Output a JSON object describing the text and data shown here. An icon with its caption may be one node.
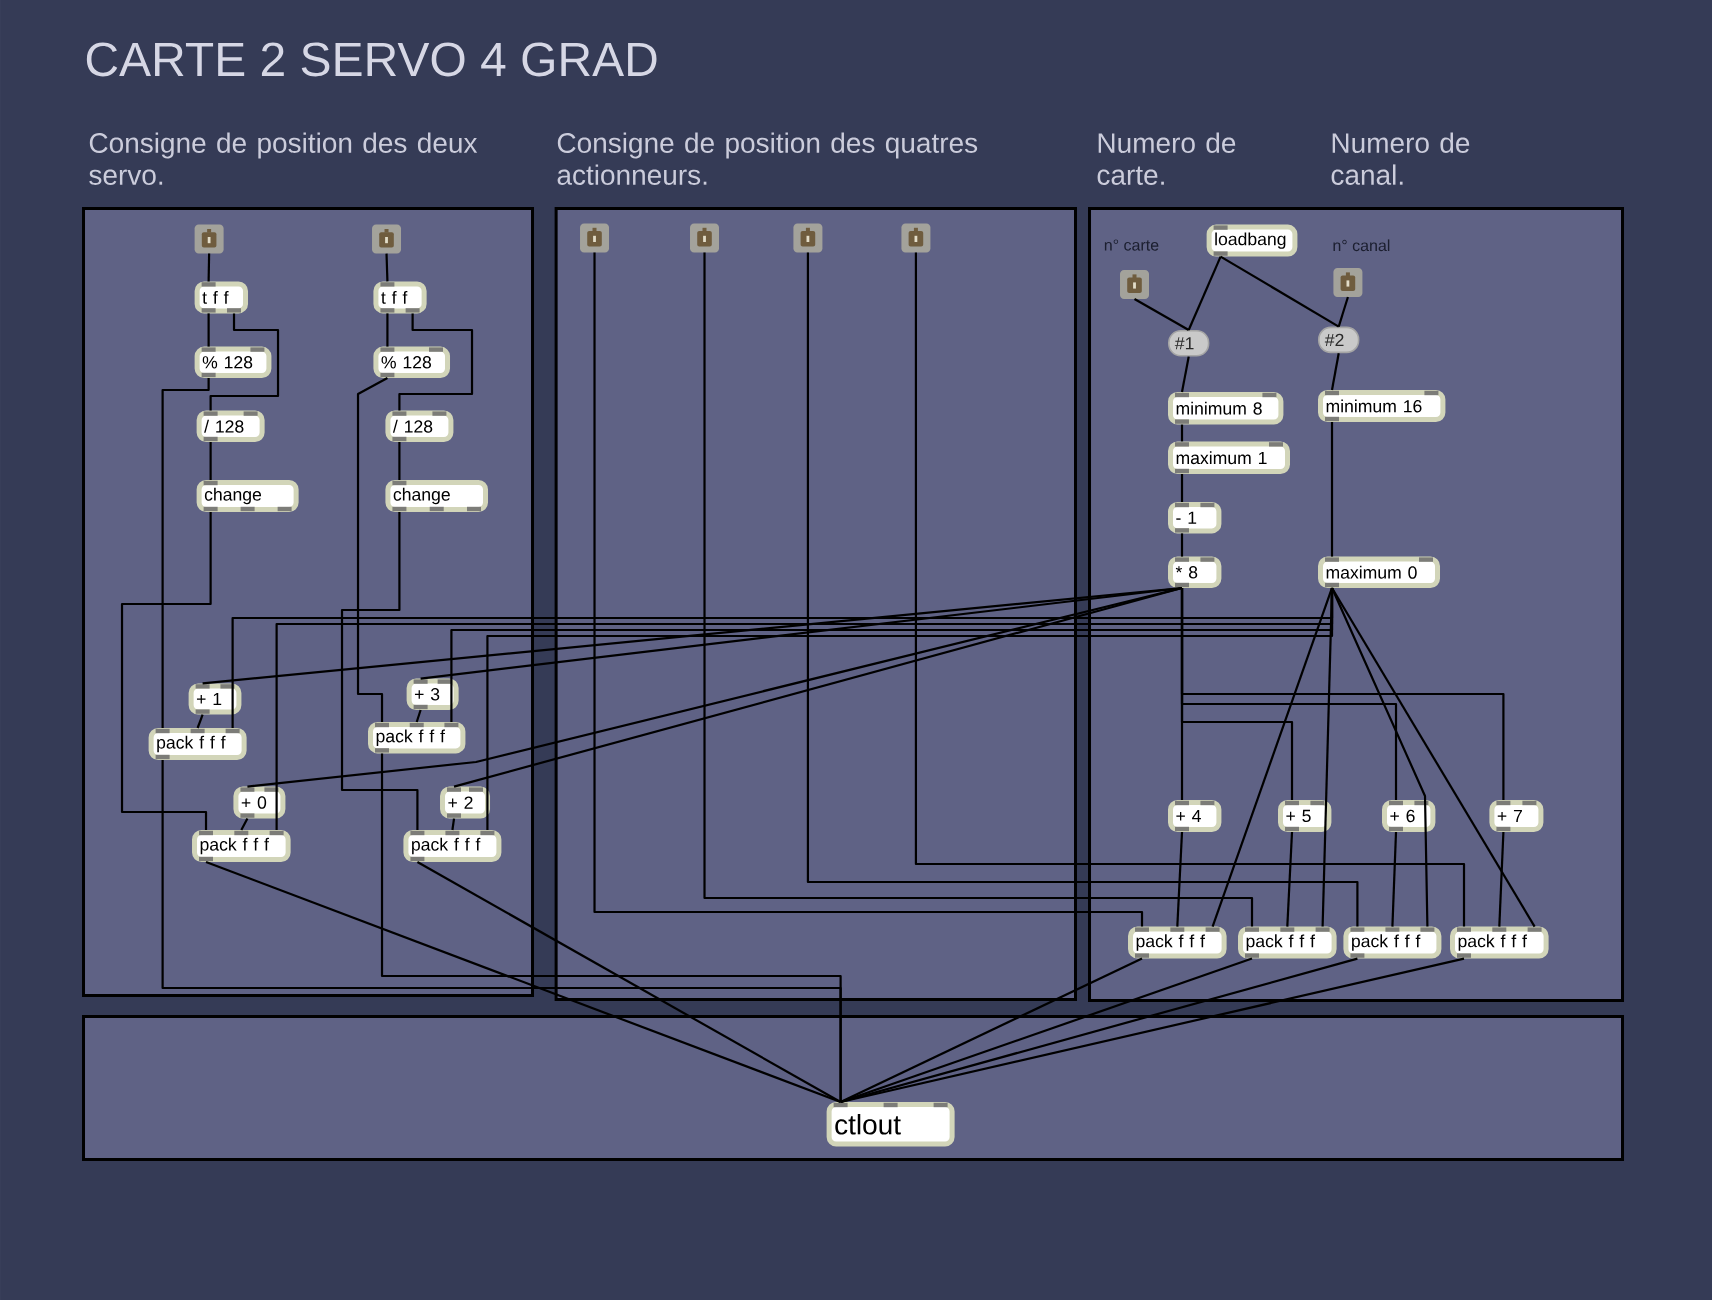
{
  "diagram": {
    "title": "CARTE 2 SERVO 4 GRAD",
    "nodes": [
      {
        "text": [
          "Consigne de position des deux servo."
        ]
      },
      {
        "text": [],
        "shape": "box",
        "in": 0
      },
      {
        "text": [
          "t f f"
        ],
        "in": 0
      },
      {
        "text": [
          "% 128"
        ],
        "in": 0
      },
      {
        "text": [
          "/ 128"
        ],
        "in": 0
      },
      {
        "text": [
          "change"
        ],
        "in": 0
      },
      {
        "text": [],
        "shape": "box",
        "in": 0
      },
      {
        "text": [
          "t f f"
        ],
        "in": 0
      },
      {
        "text": [
          "% 128"
        ],
        "in": 0
      },
      {
        "text": [
          "/ 128"
        ],
        "in": 0
      },
      {
        "text": [
          "change"
        ],
        "in": 0
      },
      {
        "text": [
          "+ 1"
        ],
        "in": 0
      },
      {
        "text": [
          "pack f f f"
        ],
        "in": 0
      },
      {
        "text": [
          "+ 3"
        ],
        "in": 0
      },
      {
        "text": [
          "pack f f f"
        ],
        "in": 0
      },
      {
        "text": [
          "+ 0"
        ],
        "in": 0
      },
      {
        "text": [
          "pack f f f"
        ],
        "in": 0
      },
      {
        "text": [
          "+ 2"
        ],
        "in": 0
      },
      {
        "text": [
          "pack f f f"
        ],
        "in": 0
      },
      {
        "text": [
          "Consigne de position des quatres actionneurs."
        ]
      },
      {
        "text": [],
        "shape": "box",
        "in": 19
      },
      {
        "text": [],
        "shape": "box",
        "in": 19
      },
      {
        "text": [],
        "shape": "box",
        "in": 19
      },
      {
        "text": [],
        "shape": "box",
        "in": 19
      },
      {
        "text": [
          "Numero de carte.",
          "Numero de canal."
        ]
      },
      {
        "text": [
          "loadbang"
        ],
        "in": 24
      },
      {
        "text": [],
        "shape": "box",
        "in": 24,
        "beside": [
          "n° carte"
        ]
      },
      {
        "text": [],
        "shape": "box",
        "in": 24,
        "beside": [
          "n° canal"
        ]
      },
      {
        "text": [
          "#1"
        ],
        "in": 24
      },
      {
        "text": [
          "#2"
        ],
        "in": 24
      },
      {
        "text": [
          "minimum 8"
        ],
        "in": 24
      },
      {
        "text": [
          "minimum 16"
        ],
        "in": 24
      },
      {
        "text": [
          "maximum 1"
        ],
        "in": 24
      },
      {
        "text": [
          "- 1"
        ],
        "in": 24
      },
      {
        "text": [
          "* 8"
        ],
        "in": 24
      },
      {
        "text": [
          "maximum 0"
        ],
        "in": 24
      },
      {
        "text": [
          "+ 4"
        ],
        "in": 24
      },
      {
        "text": [
          "+ 5"
        ],
        "in": 24
      },
      {
        "text": [
          "+ 6"
        ],
        "in": 24
      },
      {
        "text": [
          "+ 7"
        ],
        "in": 24
      },
      {
        "text": [
          "pack f f f"
        ],
        "in": 24
      },
      {
        "text": [
          "pack f f f"
        ],
        "in": 24
      },
      {
        "text": [
          "pack f f f"
        ],
        "in": 24
      },
      {
        "text": [
          "pack f f f"
        ],
        "in": 24
      },
      {
        "text": [],
        "shape": "box"
      },
      {
        "text": [
          "ctlout"
        ],
        "in": 44
      }
    ],
    "edges": [
      {
        "from": 1,
        "to": 2,
        "arrow": "none"
      },
      {
        "from": 2,
        "to": 3,
        "arrow": "none"
      },
      {
        "from": 2,
        "to": 4,
        "arrow": "none"
      },
      {
        "from": 4,
        "to": 5,
        "arrow": "none"
      },
      {
        "from": 3,
        "to": 12,
        "arrow": "none"
      },
      {
        "from": 5,
        "to": 16,
        "arrow": "none"
      },
      {
        "from": 6,
        "to": 7,
        "arrow": "none"
      },
      {
        "from": 7,
        "to": 8,
        "arrow": "none"
      },
      {
        "from": 7,
        "to": 9,
        "arrow": "none"
      },
      {
        "from": 9,
        "to": 10,
        "arrow": "none"
      },
      {
        "from": 8,
        "to": 14,
        "arrow": "none"
      },
      {
        "from": 10,
        "to": 18,
        "arrow": "none"
      },
      {
        "from": 11,
        "to": 12,
        "arrow": "none"
      },
      {
        "from": 13,
        "to": 14,
        "arrow": "none"
      },
      {
        "from": 15,
        "to": 16,
        "arrow": "none"
      },
      {
        "from": 17,
        "to": 18,
        "arrow": "none"
      },
      {
        "from": 34,
        "to": 11,
        "arrow": "none"
      },
      {
        "from": 34,
        "to": 13,
        "arrow": "none"
      },
      {
        "from": 34,
        "to": 15,
        "arrow": "none"
      },
      {
        "from": 34,
        "to": 17,
        "arrow": "none"
      },
      {
        "from": 35,
        "to": 12,
        "arrow": "none"
      },
      {
        "from": 35,
        "to": 14,
        "arrow": "none"
      },
      {
        "from": 35,
        "to": 16,
        "arrow": "none"
      },
      {
        "from": 35,
        "to": 18,
        "arrow": "none"
      },
      {
        "from": 25,
        "to": 28,
        "arrow": "none"
      },
      {
        "from": 25,
        "to": 29,
        "arrow": "none"
      },
      {
        "from": 26,
        "to": 28,
        "arrow": "none"
      },
      {
        "from": 27,
        "to": 29,
        "arrow": "none"
      },
      {
        "from": 28,
        "to": 30,
        "arrow": "none"
      },
      {
        "from": 30,
        "to": 32,
        "arrow": "none"
      },
      {
        "from": 32,
        "to": 33,
        "arrow": "none"
      },
      {
        "from": 33,
        "to": 34,
        "arrow": "none"
      },
      {
        "from": 29,
        "to": 31,
        "arrow": "none"
      },
      {
        "from": 31,
        "to": 35,
        "arrow": "none"
      },
      {
        "from": 34,
        "to": 36,
        "arrow": "none"
      },
      {
        "from": 34,
        "to": 37,
        "arrow": "none"
      },
      {
        "from": 34,
        "to": 38,
        "arrow": "none"
      },
      {
        "from": 34,
        "to": 39,
        "arrow": "none"
      },
      {
        "from": 36,
        "to": 40,
        "arrow": "none"
      },
      {
        "from": 37,
        "to": 41,
        "arrow": "none"
      },
      {
        "from": 38,
        "to": 42,
        "arrow": "none"
      },
      {
        "from": 39,
        "to": 43,
        "arrow": "none"
      },
      {
        "from": 35,
        "to": 40,
        "arrow": "none"
      },
      {
        "from": 35,
        "to": 41,
        "arrow": "none"
      },
      {
        "from": 35,
        "to": 42,
        "arrow": "none"
      },
      {
        "from": 35,
        "to": 43,
        "arrow": "none"
      },
      {
        "from": 20,
        "to": 40,
        "arrow": "none"
      },
      {
        "from": 21,
        "to": 41,
        "arrow": "none"
      },
      {
        "from": 22,
        "to": 42,
        "arrow": "none"
      },
      {
        "from": 23,
        "to": 43,
        "arrow": "none"
      },
      {
        "from": 12,
        "to": 45,
        "arrow": "none"
      },
      {
        "from": 14,
        "to": 45,
        "arrow": "none"
      },
      {
        "from": 16,
        "to": 45,
        "arrow": "none"
      },
      {
        "from": 18,
        "to": 45,
        "arrow": "none"
      },
      {
        "from": 40,
        "to": 45,
        "arrow": "none"
      },
      {
        "from": 41,
        "to": 45,
        "arrow": "none"
      },
      {
        "from": 42,
        "to": 45,
        "arrow": "none"
      },
      {
        "from": 43,
        "to": 45,
        "arrow": "none"
      }
    ]
  }
}
